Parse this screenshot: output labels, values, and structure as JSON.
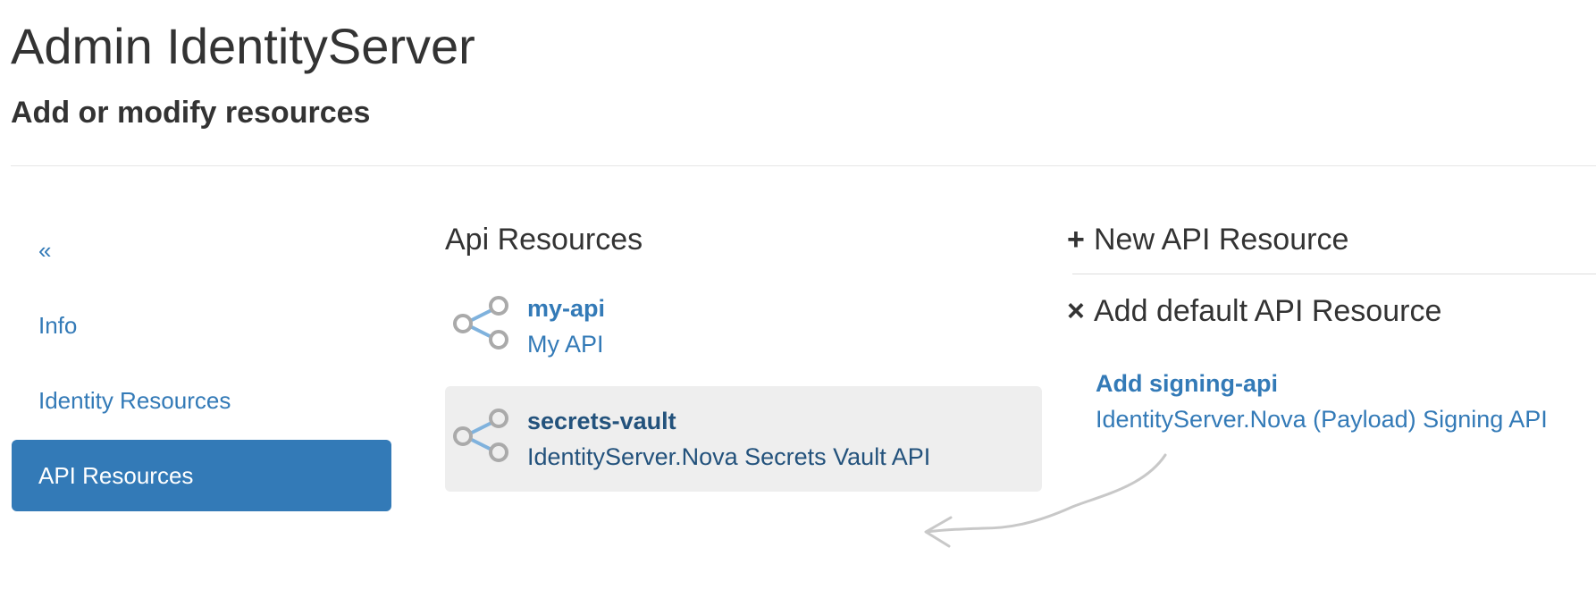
{
  "header": {
    "title": "Admin IdentityServer",
    "subtitle": "Add or modify resources"
  },
  "nav": {
    "back": "«",
    "items": [
      {
        "label": "Info"
      },
      {
        "label": "Identity Resources"
      },
      {
        "label": "API Resources"
      }
    ]
  },
  "api_list": {
    "heading": "Api Resources",
    "items": [
      {
        "name": "my-api",
        "description": "My API"
      },
      {
        "name": "secrets-vault",
        "description": "IdentityServer.Nova Secrets Vault API"
      }
    ]
  },
  "actions": {
    "new_glyph": "+",
    "new_label": "New API Resource",
    "default_glyph": "×",
    "default_label": "Add default API Resource",
    "default_item": {
      "name": "Add signing-api",
      "description": "IdentityServer.Nova (Payload) Signing API"
    }
  },
  "icons": {
    "resource": "share-nodes-icon",
    "annotation": "curved-arrow-icon"
  },
  "colors": {
    "link": "#337ab7",
    "active_bg": "#337ab7",
    "selected_bg": "#eeeeee",
    "text": "#333333",
    "icon_circle": "#aaaaaa",
    "icon_line": "#7fb2dd"
  }
}
